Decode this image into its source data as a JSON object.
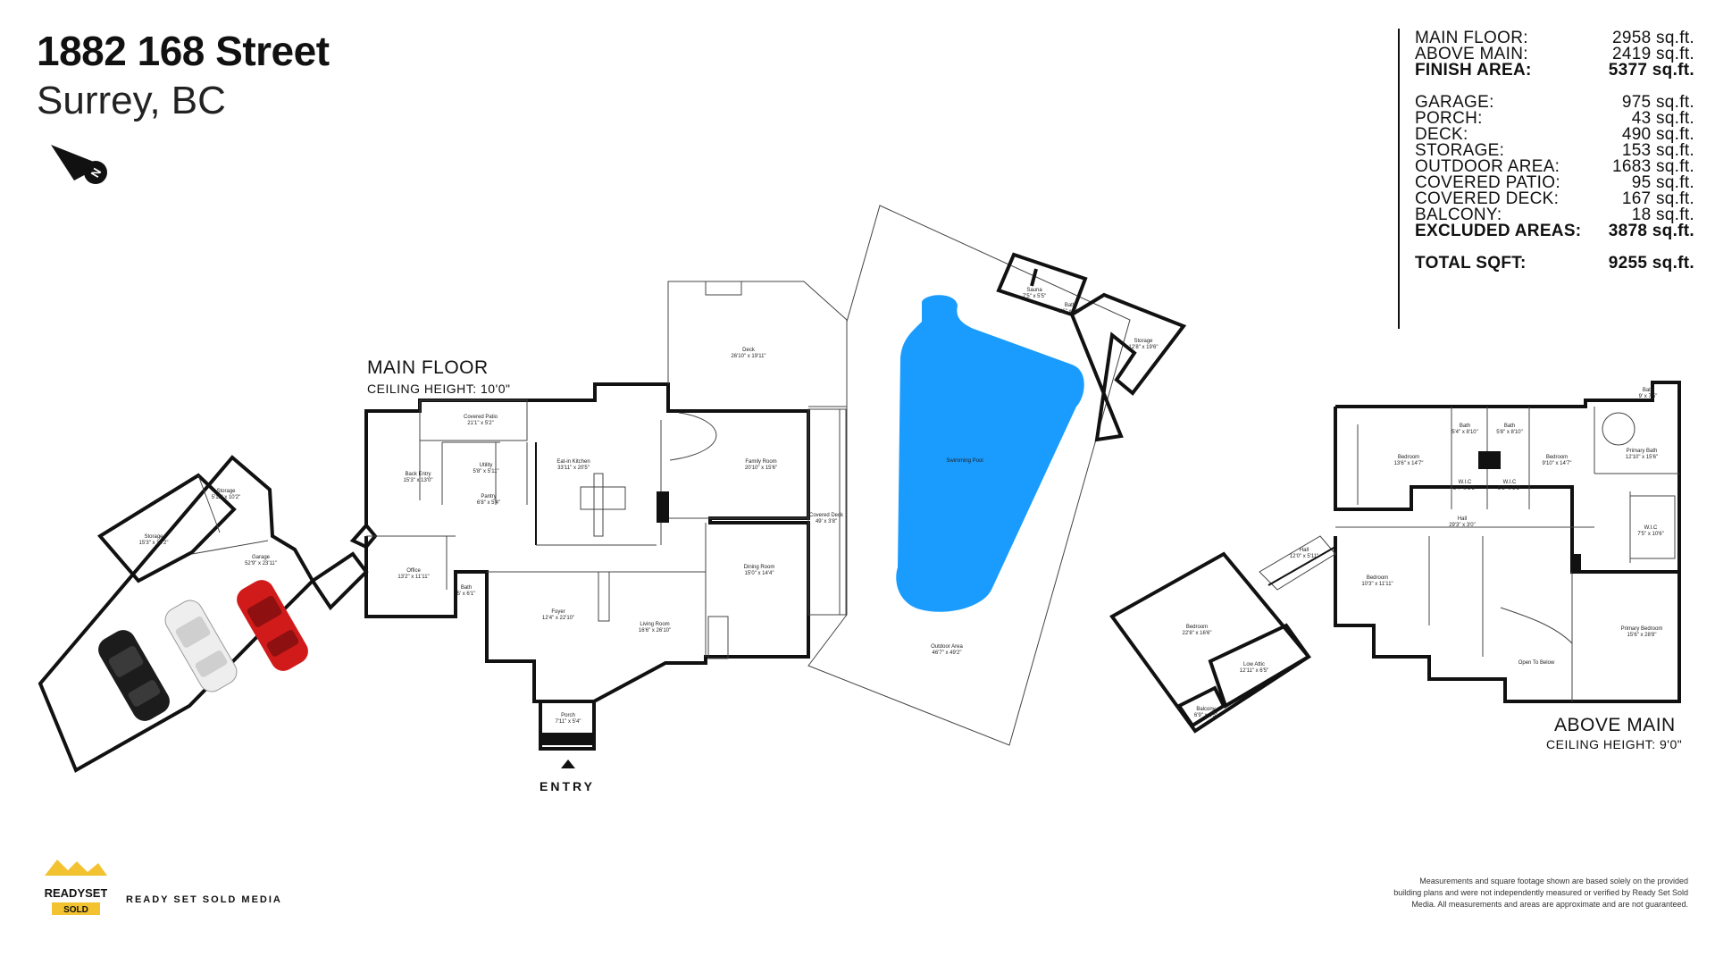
{
  "header": {
    "title": "1882 168 Street",
    "subtitle": "Surrey, BC"
  },
  "stats": [
    {
      "label": "MAIN FLOOR:",
      "value": "2958 sq.ft.",
      "bold": false
    },
    {
      "label": "ABOVE MAIN:",
      "value": "2419 sq.ft.",
      "bold": false
    },
    {
      "label": "FINISH AREA:",
      "value": "5377 sq.ft.",
      "bold": true
    },
    {
      "label": "GARAGE:",
      "value": "975 sq.ft.",
      "bold": false
    },
    {
      "label": "PORCH:",
      "value": "43 sq.ft.",
      "bold": false
    },
    {
      "label": "DECK:",
      "value": "490 sq.ft.",
      "bold": false
    },
    {
      "label": "STORAGE:",
      "value": "153 sq.ft.",
      "bold": false
    },
    {
      "label": "OUTDOOR AREA:",
      "value": "1683 sq.ft.",
      "bold": false
    },
    {
      "label": "COVERED PATIO:",
      "value": "95 sq.ft.",
      "bold": false
    },
    {
      "label": "COVERED DECK:",
      "value": "167 sq.ft.",
      "bold": false
    },
    {
      "label": "BALCONY:",
      "value": "18 sq.ft.",
      "bold": false
    },
    {
      "label": "EXCLUDED AREAS:",
      "value": "3878 sq.ft.",
      "bold": true
    },
    {
      "label": "TOTAL SQFT:",
      "value": "9255 sq.ft.",
      "bold": true
    }
  ],
  "main_floor": {
    "label": "MAIN FLOOR",
    "ceiling": "CEILING HEIGHT: 10'0\"",
    "entry": "ENTRY",
    "rooms": [
      {
        "name": "Storage",
        "dims": "15'3\" x 10'2\""
      },
      {
        "name": "Storage",
        "dims": "5'11\" x 10'2\""
      },
      {
        "name": "Garage",
        "dims": "52'9\" x 23'11\""
      },
      {
        "name": "Office",
        "dims": "13'2\" x 11'11\""
      },
      {
        "name": "Back Entry",
        "dims": "15'3\" x 13'0\""
      },
      {
        "name": "Covered Patio",
        "dims": "21'1\" x 5'2\""
      },
      {
        "name": "Utility",
        "dims": "5'8\" x 5'11\""
      },
      {
        "name": "Pantry",
        "dims": "6'8\" x 5'4\""
      },
      {
        "name": "Eat-in Kitchen",
        "dims": "33'11\" x 20'5\""
      },
      {
        "name": "Deck",
        "dims": "26'10\" x 19'11\""
      },
      {
        "name": "Family Room",
        "dims": "20'10\" x 15'6\""
      },
      {
        "name": "Covered Deck",
        "dims": "49' x 3'8\""
      },
      {
        "name": "Dining Room",
        "dims": "15'0\" x 14'4\""
      },
      {
        "name": "Foyer",
        "dims": "12'4\" x 22'10\""
      },
      {
        "name": "Living Room",
        "dims": "16'6\" x 26'10\""
      },
      {
        "name": "Bath",
        "dims": "5' x 6'1\""
      },
      {
        "name": "Porch",
        "dims": "7'11\" x 5'4\""
      },
      {
        "name": "Swimming Pool",
        "dims": ""
      },
      {
        "name": "Outdoor Area",
        "dims": "46'7\" x 49'2\""
      },
      {
        "name": "Sauna",
        "dims": "7'5\" x 5'5\""
      },
      {
        "name": "Bath",
        "dims": "8'6\" x 5'4\""
      },
      {
        "name": "Storage",
        "dims": "12'8\" x 19'6\""
      }
    ]
  },
  "above_main": {
    "label": "ABOVE MAIN",
    "ceiling": "CEILING HEIGHT: 9'0\"",
    "rooms": [
      {
        "name": "Bedroom",
        "dims": "13'6\" x 14'7\""
      },
      {
        "name": "Bath",
        "dims": "5'4\" x 8'10\""
      },
      {
        "name": "Bath",
        "dims": "5'8\" x 8'10\""
      },
      {
        "name": "Bedroom",
        "dims": "9'10\" x 14'7\""
      },
      {
        "name": "W.I.C",
        "dims": "5'4\" x 5'5\""
      },
      {
        "name": "W.I.C",
        "dims": "5'3\" x 5'5\""
      },
      {
        "name": "Primary Bath",
        "dims": "12'10\" x 15'6\""
      },
      {
        "name": "Bath",
        "dims": "9' x 7'5\""
      },
      {
        "name": "Hall",
        "dims": "29'3\" x 3'0\""
      },
      {
        "name": "Hall",
        "dims": "12'0\" x 5'11\""
      },
      {
        "name": "Bedroom",
        "dims": "10'3\" x 11'11\""
      },
      {
        "name": "Bedroom",
        "dims": "22'8\" x 16'6\""
      },
      {
        "name": "Low Attic",
        "dims": "12'11\" x 6'5\""
      },
      {
        "name": "Balcony",
        "dims": "6'9\" x 2'5\""
      },
      {
        "name": "Open To Below",
        "dims": ""
      },
      {
        "name": "Primary Bedroom",
        "dims": "15'6\" x 28'8\""
      },
      {
        "name": "W.I.C",
        "dims": "7'5\" x 10'6\""
      }
    ]
  },
  "footer": {
    "brand": "READY SET SOLD MEDIA",
    "logo_text": "READYSET",
    "logo_sub": "SOLD",
    "disclaimer": "Measurements and square footage shown are based solely on the provided building plans and were not independently measured or verified by Ready Set Sold Media. All measurements and areas are approximate and are not guaranteed."
  },
  "colors": {
    "pool": "#1a9cff",
    "wall": "#111111",
    "car_black": "#1c1c1c",
    "car_white": "#eeeeee",
    "car_red": "#d11b1b",
    "logo_gold": "#f2c230"
  }
}
